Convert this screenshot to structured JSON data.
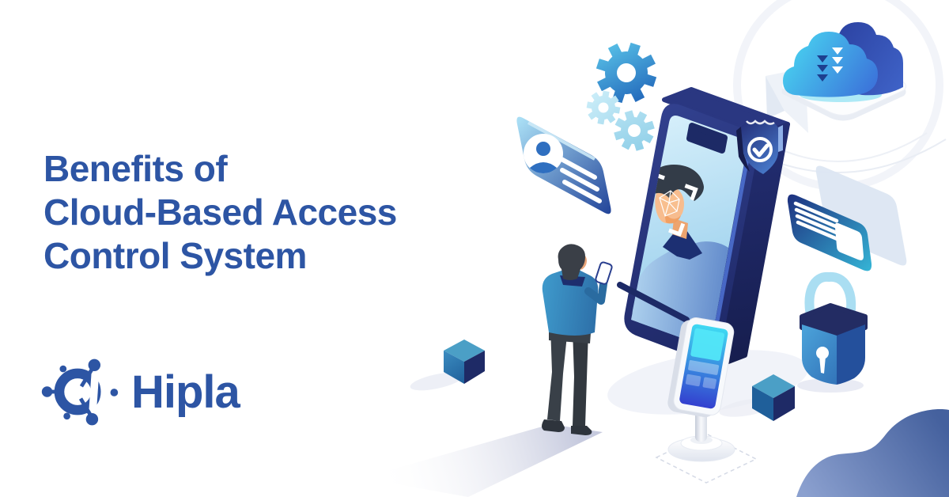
{
  "banner": {
    "title_lines": [
      "Benefits of",
      "Cloud-Based Access",
      "Control System"
    ],
    "brand_name": "Hipla"
  },
  "colors": {
    "background": "#FFFFFF",
    "title_text": "#2D55A4",
    "brand_text": "#2D55A4",
    "navy": "#1D2A66",
    "primary_blue": "#2F6FD0",
    "cyan": "#3BC5EC",
    "light_blue": "#BCE4F6",
    "wave_blue": "#5B76B4",
    "skin": "#F2B28A"
  },
  "illustration_icons": [
    "cloud-download-icon",
    "gear-icon",
    "id-card-icon",
    "face-recognition-phone",
    "shield-check-icon",
    "padlock-icon",
    "access-kiosk",
    "cube-decoration",
    "person-using-phone-icon",
    "wave-decoration"
  ]
}
